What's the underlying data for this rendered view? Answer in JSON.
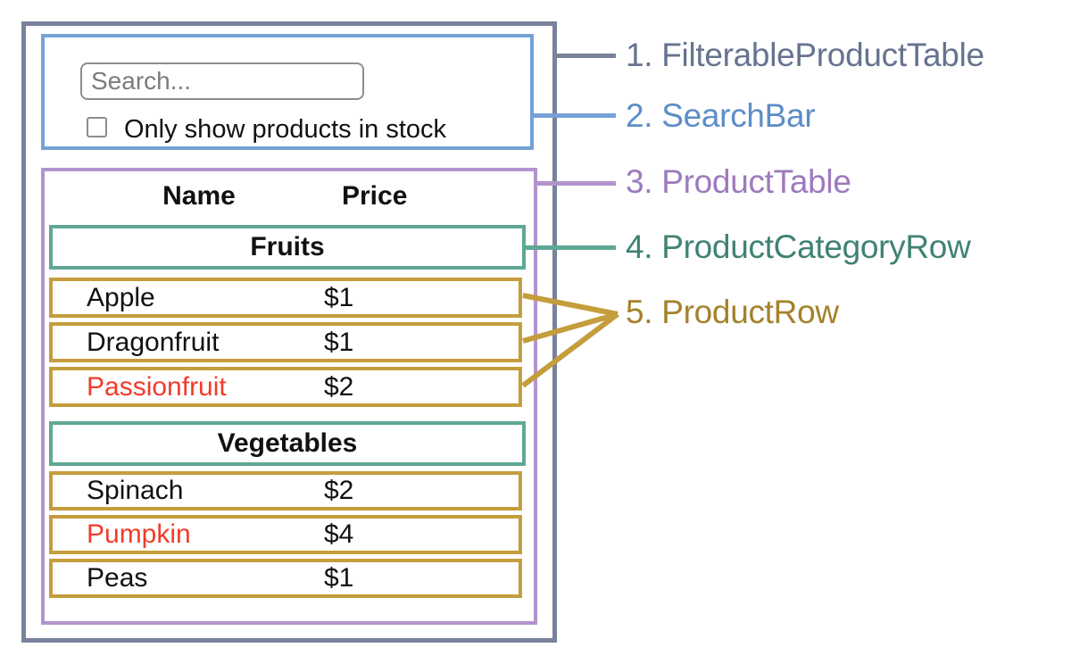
{
  "legend": {
    "items": [
      {
        "label": "1. FilterableProductTable",
        "color": "#66738f"
      },
      {
        "label": "2. SearchBar",
        "color": "#5c8dc8"
      },
      {
        "label": "3. ProductTable",
        "color": "#9d7abc"
      },
      {
        "label": "4. ProductCategoryRow",
        "color": "#3f8273"
      },
      {
        "label": "5. ProductRow",
        "color": "#a5812a"
      }
    ]
  },
  "search_bar": {
    "input_placeholder": "Search...",
    "input_value": "",
    "checkbox_checked": false,
    "checkbox_label": "Only show products in stock"
  },
  "product_table": {
    "columns": [
      "Name",
      "Price"
    ],
    "sections": [
      {
        "category": "Fruits",
        "products": [
          {
            "name": "Apple",
            "price": "$1",
            "stocked": true
          },
          {
            "name": "Dragonfruit",
            "price": "$1",
            "stocked": true
          },
          {
            "name": "Passionfruit",
            "price": "$2",
            "stocked": false
          }
        ]
      },
      {
        "category": "Vegetables",
        "products": [
          {
            "name": "Spinach",
            "price": "$2",
            "stocked": true
          },
          {
            "name": "Pumpkin",
            "price": "$4",
            "stocked": false
          },
          {
            "name": "Peas",
            "price": "$1",
            "stocked": true
          }
        ]
      }
    ]
  },
  "colors": {
    "outer_border": "#78829c",
    "searchbar_border": "#76a1d7",
    "table_border": "#b294cd",
    "category_border": "#5fa895",
    "row_border": "#c49d3c",
    "out_of_stock_text": "#f23b2b",
    "legend_1": "#66738f",
    "legend_2": "#5c8dc8",
    "legend_3": "#9d7abc",
    "legend_4": "#3f8273",
    "legend_5": "#a5812a"
  }
}
